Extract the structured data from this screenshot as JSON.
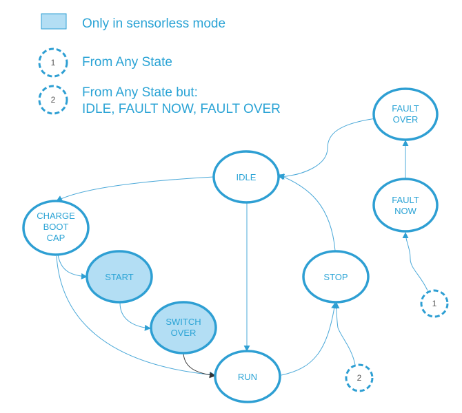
{
  "legend": {
    "sensorless_label": "Only in sensorless mode",
    "any_state_badge": "1",
    "any_state_label": "From Any State",
    "any_state_but_badge": "2",
    "any_state_but_label_line1": "From Any State but:",
    "any_state_but_label_line2": "IDLE, FAULT NOW, FAULT OVER"
  },
  "states": {
    "idle": "IDLE",
    "charge_boot_cap": [
      "CHARGE",
      "BOOT",
      "CAP"
    ],
    "start": "START",
    "switch_over": [
      "SWITCH",
      "OVER"
    ],
    "run": "RUN",
    "stop": "STOP",
    "fault_now": [
      "FAULT",
      "NOW"
    ],
    "fault_over": [
      "FAULT",
      "OVER"
    ]
  },
  "badges": {
    "any_state": "1",
    "any_state_but": "2"
  },
  "colors": {
    "accent": "#2aa3d5",
    "sensorless_fill": "#b3def4",
    "edge": "#4aa8d8"
  }
}
